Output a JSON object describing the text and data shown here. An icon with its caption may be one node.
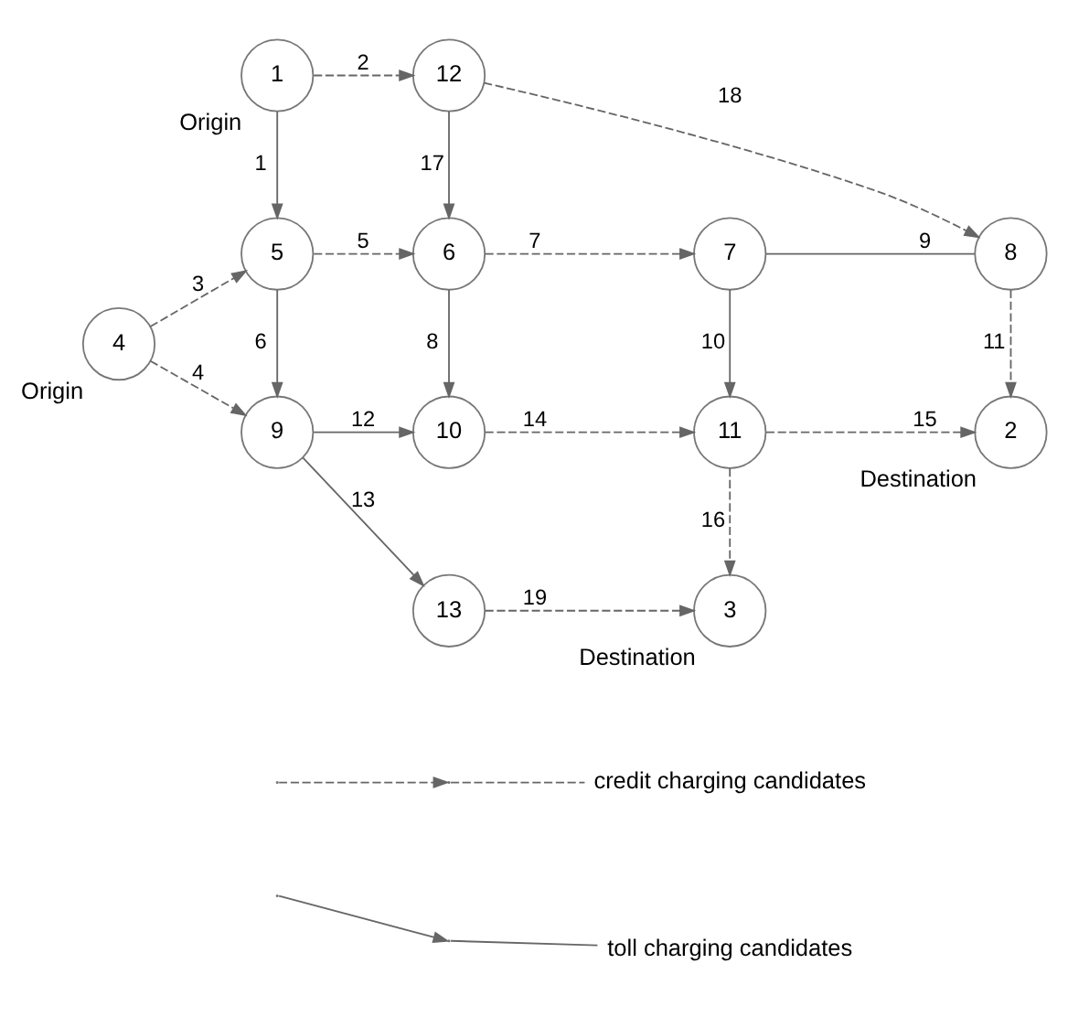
{
  "diagram": {
    "nodes": [
      {
        "text": [
          "1"
        ],
        "beside": [
          "Origin"
        ]
      },
      {
        "text": [
          "12"
        ]
      },
      {
        "text": [
          "4"
        ],
        "beside": [
          "Origin"
        ]
      },
      {
        "text": [
          "5"
        ]
      },
      {
        "text": [
          "6"
        ]
      },
      {
        "text": [
          "7"
        ]
      },
      {
        "text": [
          "8"
        ]
      },
      {
        "text": [
          "9"
        ]
      },
      {
        "text": [
          "10"
        ]
      },
      {
        "text": [
          "11"
        ]
      },
      {
        "text": [
          "2"
        ],
        "beside": [
          "Destination"
        ]
      },
      {
        "text": [
          "13"
        ]
      },
      {
        "text": [
          "3"
        ],
        "beside": [
          "Destination"
        ]
      }
    ],
    "edges": [
      {
        "from": 0,
        "to": 3,
        "arrow": "to",
        "label": "1"
      },
      {
        "from": 0,
        "to": 1,
        "arrow": "to",
        "label": "2",
        "style": "dashed"
      },
      {
        "from": 2,
        "to": 3,
        "arrow": "to",
        "label": "3",
        "style": "dashed"
      },
      {
        "from": 2,
        "to": 7,
        "arrow": "to",
        "label": "4",
        "style": "dashed"
      },
      {
        "from": 3,
        "to": 4,
        "arrow": "to",
        "label": "5",
        "style": "dashed"
      },
      {
        "from": 3,
        "to": 7,
        "arrow": "to",
        "label": "6"
      },
      {
        "from": 4,
        "to": 5,
        "arrow": "to",
        "label": "7",
        "style": "dashed"
      },
      {
        "from": 4,
        "to": 8,
        "arrow": "to",
        "label": "8"
      },
      {
        "from": 5,
        "to": 6,
        "arrow": "none",
        "label": "9"
      },
      {
        "from": 5,
        "to": 9,
        "arrow": "to",
        "label": "10"
      },
      {
        "from": 6,
        "to": 10,
        "arrow": "to",
        "label": "11",
        "style": "dashed"
      },
      {
        "from": 7,
        "to": 8,
        "arrow": "to",
        "label": "12"
      },
      {
        "from": 7,
        "to": 11,
        "arrow": "to",
        "label": "13"
      },
      {
        "from": 8,
        "to": 9,
        "arrow": "to",
        "label": "14",
        "style": "dashed"
      },
      {
        "from": 9,
        "to": 10,
        "arrow": "to",
        "label": "15",
        "style": "dashed"
      },
      {
        "from": 9,
        "to": 12,
        "arrow": "to",
        "label": "16",
        "style": "dashed"
      },
      {
        "from": 1,
        "to": 4,
        "arrow": "to",
        "label": "17"
      },
      {
        "from": 1,
        "to": 6,
        "arrow": "to",
        "label": "18",
        "style": "dashed"
      },
      {
        "from": 11,
        "to": 12,
        "arrow": "to",
        "label": "19",
        "style": "dashed"
      }
    ],
    "legend": [
      {
        "text": "credit charging candidates"
      },
      {
        "text": "toll charging candidates"
      }
    ]
  }
}
